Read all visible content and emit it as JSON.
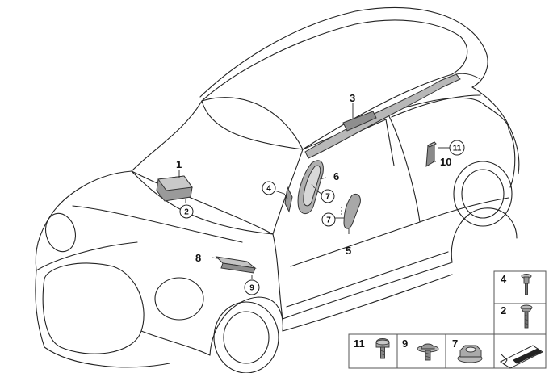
{
  "diagram": {
    "callouts": {
      "c1": "1",
      "c2": "2",
      "c3": "3",
      "c4": "4",
      "c5": "5",
      "c6": "6",
      "c7a": "7",
      "c7b": "7",
      "c8": "8",
      "c9": "9",
      "c10": "10",
      "c11": "11"
    },
    "legend": {
      "l4": "4",
      "l2": "2",
      "l11": "11",
      "l9": "9",
      "l7": "7"
    }
  }
}
